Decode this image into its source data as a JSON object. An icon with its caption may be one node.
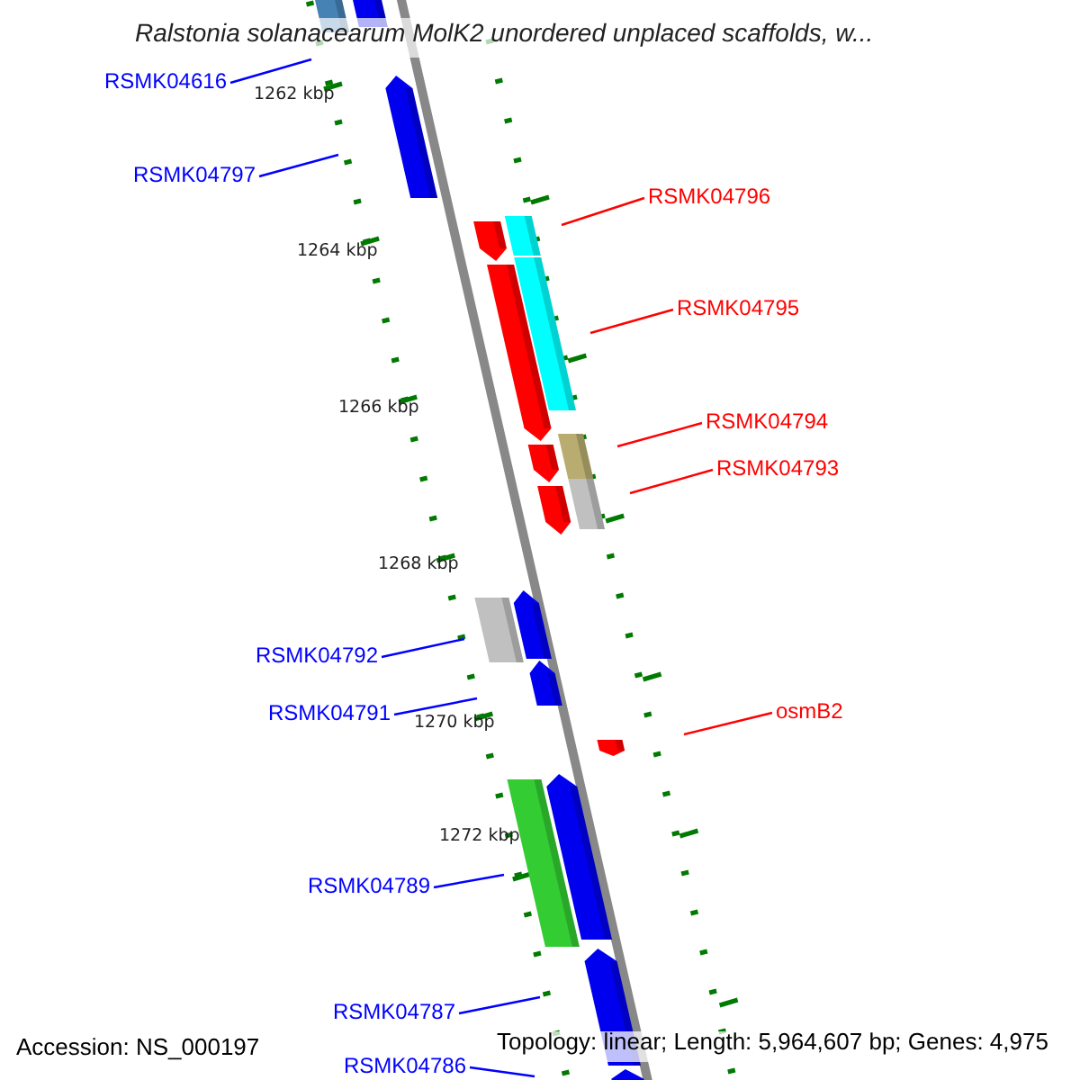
{
  "diagram": {
    "title": "Ralstonia solanacearum MolK2 unordered unplaced scaffolds, w...",
    "nodes": [
      {
        "text": [
          "RSMK04616"
        ]
      },
      {
        "text": [
          "RSMK04797"
        ]
      },
      {
        "text": [
          "RSMK04796"
        ]
      },
      {
        "text": [
          "RSMK04795"
        ]
      },
      {
        "text": [
          "RSMK04794"
        ]
      },
      {
        "text": [
          "RSMK04793"
        ]
      },
      {
        "text": [
          "RSMK04792"
        ]
      },
      {
        "text": [
          "RSMK04791"
        ]
      },
      {
        "text": [
          "osmB2"
        ]
      },
      {
        "text": [
          "RSMK04789"
        ]
      },
      {
        "text": [
          "RSMK04787"
        ]
      },
      {
        "text": [
          "RSMK04786"
        ]
      }
    ],
    "edges": [
      {
        "from": 0,
        "to": null,
        "arrow": "none"
      },
      {
        "from": 1,
        "to": null,
        "arrow": "none"
      },
      {
        "from": 2,
        "to": null,
        "arrow": "none",
        "color": "#ff0000"
      },
      {
        "from": 3,
        "to": null,
        "arrow": "none",
        "color": "#ff0000"
      },
      {
        "from": 4,
        "to": null,
        "arrow": "none",
        "color": "#ff0000"
      },
      {
        "from": 5,
        "to": null,
        "arrow": "none",
        "color": "#ff0000"
      },
      {
        "from": 6,
        "to": null,
        "arrow": "none"
      },
      {
        "from": 7,
        "to": null,
        "arrow": "none"
      },
      {
        "from": 8,
        "to": null,
        "arrow": "none",
        "color": "#ff0000"
      },
      {
        "from": 9,
        "to": null,
        "arrow": "none"
      },
      {
        "from": 10,
        "to": null,
        "arrow": "none"
      },
      {
        "from": 11,
        "to": null,
        "arrow": "none"
      }
    ],
    "labels": [
      "1262 kbp",
      "1264 kbp",
      "1266 kbp",
      "1268 kbp",
      "1270 kbp",
      "1272 kbp",
      "Accession: NS_000197",
      "Topology: linear; Length: 5,964,607 bp; Genes: 4,975"
    ]
  }
}
